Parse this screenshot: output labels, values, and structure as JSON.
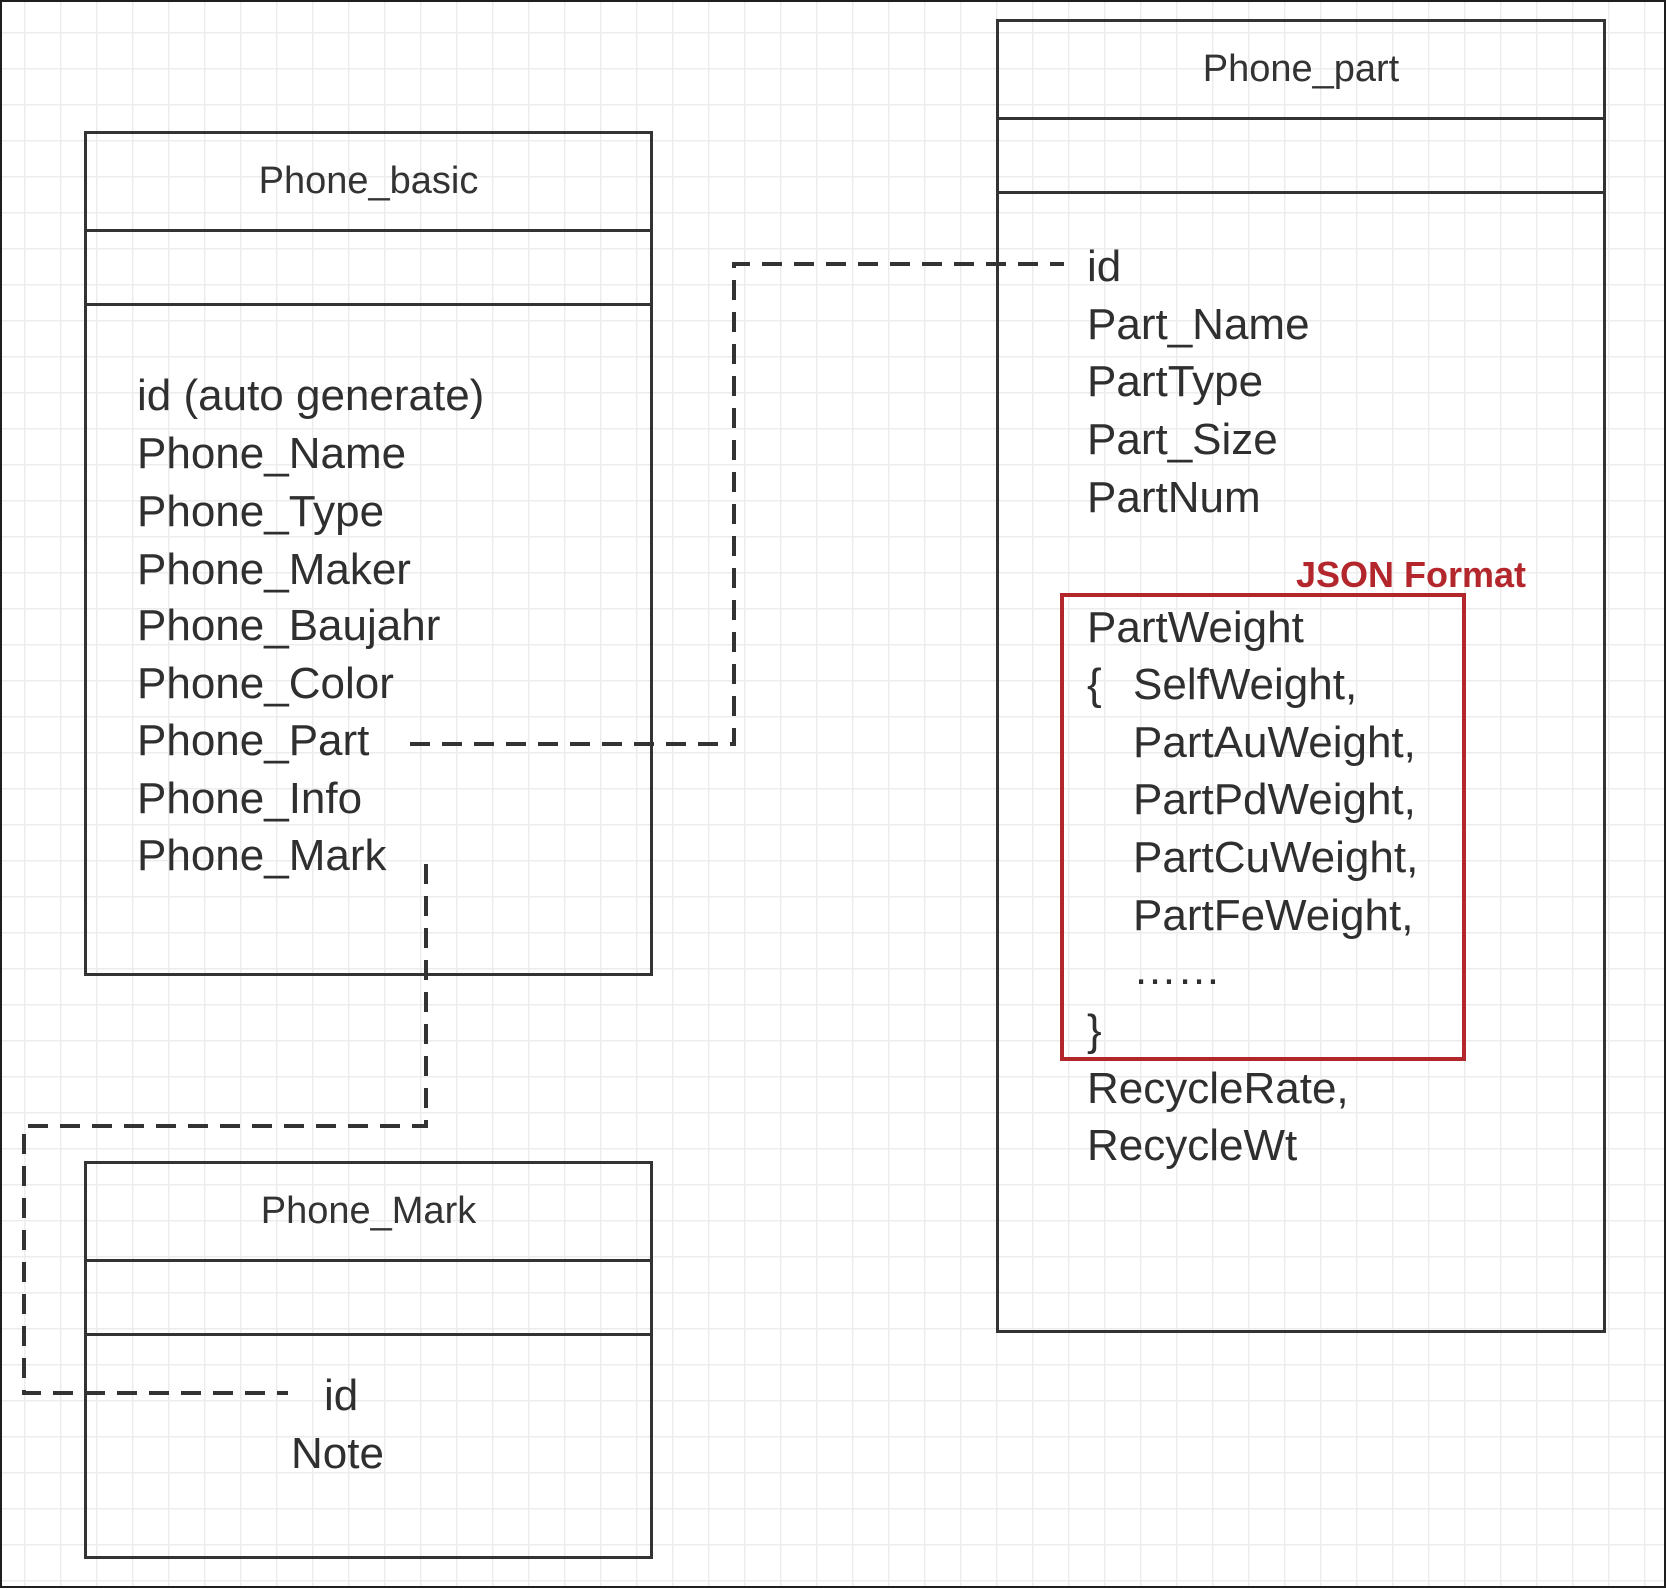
{
  "diagram": {
    "entities": {
      "phone_basic": {
        "title": "Phone_basic",
        "fields": [
          "id (auto generate)",
          "Phone_Name",
          "Phone_Type",
          "Phone_Maker",
          "Phone_Baujahr",
          "Phone_Color",
          "Phone_Part",
          "Phone_Info",
          "Phone_Mark"
        ]
      },
      "phone_part": {
        "title": "Phone_part",
        "fields": [
          "id",
          "Part_Name",
          "PartType",
          "Part_Size",
          "PartNum"
        ],
        "json_group": {
          "label": "JSON Format",
          "field": "PartWeight",
          "open_brace": "{",
          "members": [
            "SelfWeight,",
            "PartAuWeight,",
            "PartPdWeight,",
            "PartCuWeight,",
            "PartFeWeight,"
          ],
          "ellipsis": "……",
          "close_brace": "}"
        },
        "fields_after": [
          "RecycleRate,",
          "RecycleWt"
        ]
      },
      "phone_mark": {
        "title": "Phone_Mark",
        "fields": [
          "id",
          "Note"
        ]
      }
    },
    "relations": [
      {
        "from": "Phone_basic.Phone_Part",
        "to": "Phone_part.id",
        "style": "dashed"
      },
      {
        "from": "Phone_basic.Phone_Mark",
        "to": "Phone_Mark.id",
        "style": "dashed"
      }
    ],
    "colors": {
      "border": "#333333",
      "text": "#2f2f2f",
      "json_highlight": "#b3272c",
      "grid": "#ececec"
    }
  }
}
